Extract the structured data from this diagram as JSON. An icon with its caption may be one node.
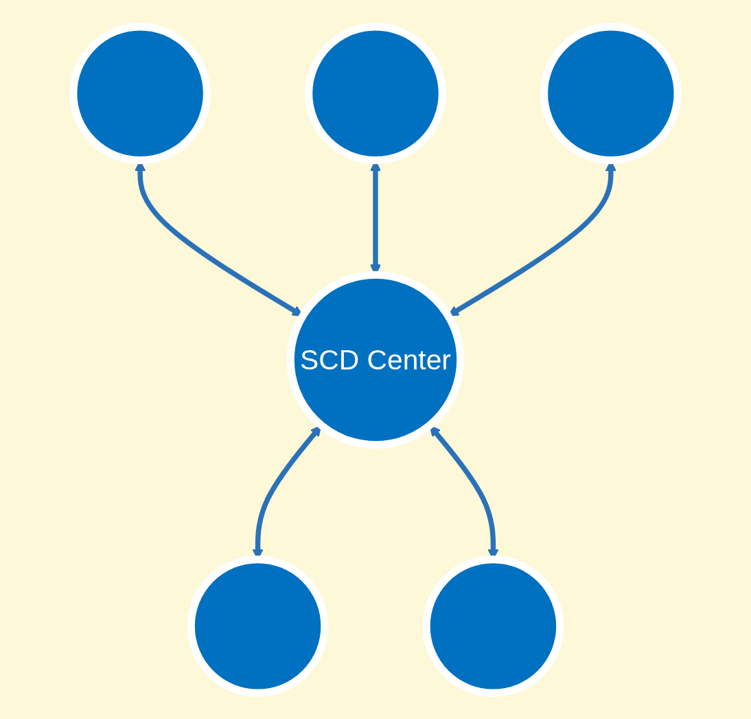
{
  "diagram": {
    "nodes": [
      {
        "text": [],
        "shape": "circle"
      },
      {
        "text": [],
        "shape": "circle"
      },
      {
        "text": [],
        "shape": "circle"
      },
      {
        "text": [
          "SCD Center"
        ]
      },
      {
        "text": [],
        "shape": "circle"
      },
      {
        "text": [],
        "shape": "circle"
      }
    ],
    "edges": [
      {
        "from": 0,
        "to": 3,
        "arrow": "both"
      },
      {
        "from": 1,
        "to": 3,
        "arrow": "both"
      },
      {
        "from": 2,
        "to": 3,
        "arrow": "both"
      },
      {
        "from": 3,
        "to": 4,
        "arrow": "both"
      },
      {
        "from": 3,
        "to": 5,
        "arrow": "both"
      }
    ]
  }
}
